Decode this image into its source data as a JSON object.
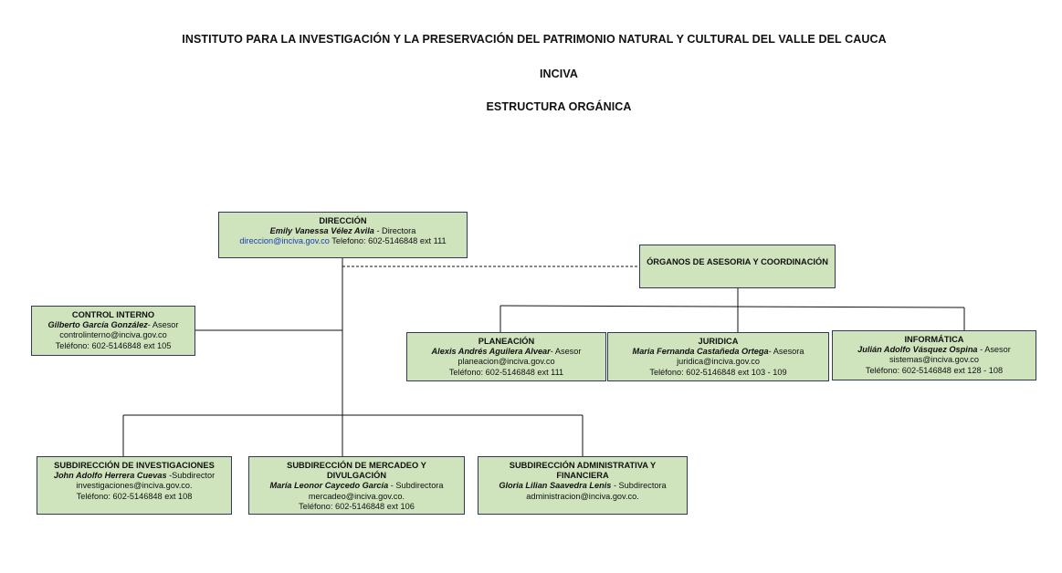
{
  "header": {
    "title": "INSTITUTO PARA LA INVESTIGACIÓN Y LA PRESERVACIÓN DEL PATRIMONIO NATURAL Y CULTURAL DEL VALLE DEL CAUCA",
    "acronym": "INCIVA",
    "subtitle": "ESTRUCTURA ORGÁNICA"
  },
  "colors": {
    "box_fill": "#cfe3bd",
    "box_border": "#2f3b55",
    "link": "#1a3fb0"
  },
  "nodes": {
    "direccion": {
      "title": "DIRECCIÓN",
      "name": "Emily Vanessa Vélez Avila",
      "role": " - Directora",
      "email": "direccion@inciva.gov.co",
      "phone": " Telefono: 602-5146848 ext 111"
    },
    "organos": {
      "title": "ÓRGANOS DE ASESORIA Y COORDINACIÓN"
    },
    "control": {
      "title": "CONTROL INTERNO",
      "name": "Gilberto García González",
      "role": "- Asesor",
      "email": "controlinterno@inciva.gov.co",
      "phone": "Teléfono: 602-5146848 ext 105"
    },
    "planeacion": {
      "title": "PLANEACIÓN",
      "name": "Alexis Andrés Aguilera Alvear",
      "role": "- Asesor",
      "email": "planeacion@inciva.gov.co",
      "phone": "Teléfono: 602-5146848 ext 111"
    },
    "juridica": {
      "title": "JURIDICA",
      "name": "Maria Fernanda Castañeda Ortega",
      "role": "- Asesora",
      "email": "juridica@inciva.gov.co",
      "phone": "Teléfono: 602-5146848 ext 103 - 109"
    },
    "informatica": {
      "title": "INFORMÁTICA",
      "name": "Julián Adolfo Vásquez Ospina",
      "role": " - Asesor",
      "email": "sistemas@inciva.gov.co",
      "phone": "Teléfono: 602-5146848 ext 128 - 108"
    },
    "investigaciones": {
      "title": "SUBDIRECCIÓN DE INVESTIGACIONES",
      "name": "John Adolfo Herrera Cuevas",
      "role": " -Subdirector",
      "email": "investigaciones@inciva.gov.co.",
      "phone": "Teléfono: 602-5146848 ext 108"
    },
    "mercadeo": {
      "title": "SUBDIRECCIÓN DE MERCADEO Y DIVULGACIÓN",
      "name": "María Leonor Caycedo García",
      "role": " - Subdirectora",
      "email": "mercadeo@inciva.gov.co.",
      "phone": "Teléfono: 602-5146848 ext 106"
    },
    "administrativa": {
      "title": "SUBDIRECCIÓN ADMINISTRATIVA Y FINANCIERA",
      "name": "Gloria Lilian Saavedra Lenis",
      "role": " - Subdirectora",
      "email": "administracion@inciva.gov.co."
    }
  }
}
